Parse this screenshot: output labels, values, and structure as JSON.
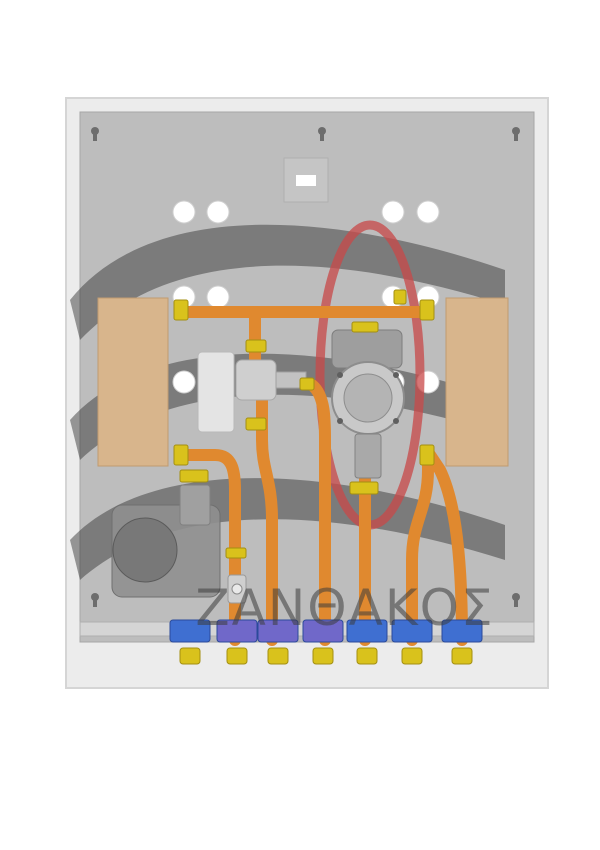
{
  "image": {
    "subject": "heating-distribution-unit-render",
    "watermark_text": "ΖΑΝΘΑΚΟΣ",
    "colors": {
      "background": "#ffffff",
      "frame": "#ececec",
      "back_panel": "#b9b9b9",
      "pipe": "#e0892f",
      "fitting": "#d9c21c",
      "manifold_blue": "#3f6fd1",
      "manifold_purple": "#7068c9",
      "insulation": "#d8b58c",
      "pump": "#a9a9a9",
      "red_arc": "#c84848"
    },
    "manifold_ports": [
      "blue",
      "purple",
      "purple",
      "purple",
      "blue",
      "blue",
      "blue"
    ],
    "icons": [
      "keyhole-icon",
      "mounting-hole-icon",
      "pump-icon",
      "valve-icon"
    ]
  }
}
